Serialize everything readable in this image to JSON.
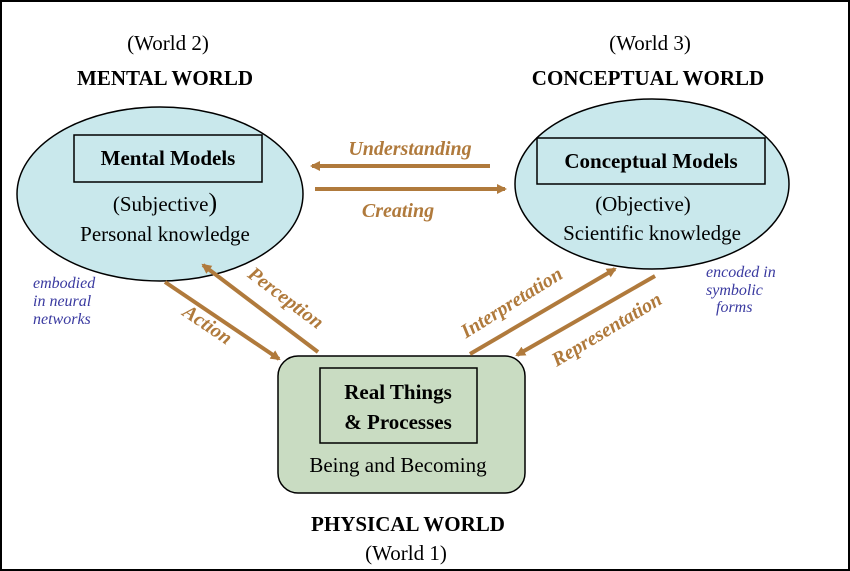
{
  "colors": {
    "background": "#ffffff",
    "mental_fill": "#c9e8ec",
    "conceptual_fill": "#c9e8ec",
    "physical_fill": "#c9dcc2",
    "arrow": "#b07a3c",
    "note_text": "#3a3aa0"
  },
  "mental": {
    "world": "(World 2)",
    "title": "MENTAL WORLD",
    "box_label": "Mental Models",
    "line1": "(Subjective",
    "paren": ")",
    "line2": "Personal knowledge",
    "note": [
      "embodied",
      "in neural",
      "networks"
    ]
  },
  "conceptual": {
    "world": "(World 3)",
    "title": "CONCEPTUAL WORLD",
    "box_label": "Conceptual Models",
    "line1": "(Objective)",
    "line2": "Scientific knowledge",
    "note": [
      "encoded in",
      "symbolic",
      "forms"
    ]
  },
  "physical": {
    "box_line1": "Real Things",
    "box_line2": "& Processes",
    "line": "Being and Becoming",
    "title": "PHYSICAL WORLD",
    "world": "(World 1)"
  },
  "arrows": {
    "understanding": "Understanding",
    "creating": "Creating",
    "perception": "Perception",
    "action": "Action",
    "interpretation": "Interpretation",
    "representation": "Representation"
  }
}
